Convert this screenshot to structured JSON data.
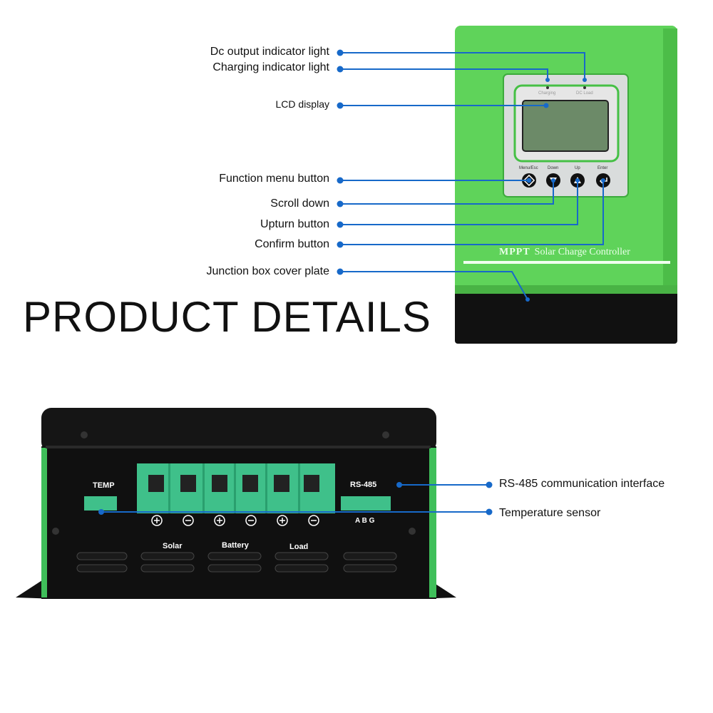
{
  "heading": "PRODUCT DETAILS",
  "callouts": {
    "dc_output": "Dc output indicator light",
    "charging": "Charging indicator light",
    "lcd": "LCD display",
    "function_menu": "Function menu button",
    "scroll_down": "Scroll down",
    "upturn": "Upturn button",
    "confirm": "Confirm button",
    "junction": "Junction box cover plate",
    "rs485": "RS-485 communication interface",
    "temp_sensor": "Temperature sensor"
  },
  "front_panel": {
    "led_charging": "Charging",
    "led_dc_load": "DC Load",
    "buttons": [
      "Menu/Esc",
      "Down",
      "Up",
      "Enter"
    ],
    "brand": "MPPT",
    "product": "Solar Charge Controller"
  },
  "bottom_panel": {
    "temp": "TEMP",
    "rs485": "RS-485",
    "rs485_pins": "A B G",
    "groups": [
      "Solar",
      "Battery",
      "Load"
    ]
  },
  "colors": {
    "callout": "#1769c9",
    "case_green": "#5fd35a",
    "terminal_green": "#3fc08a"
  }
}
